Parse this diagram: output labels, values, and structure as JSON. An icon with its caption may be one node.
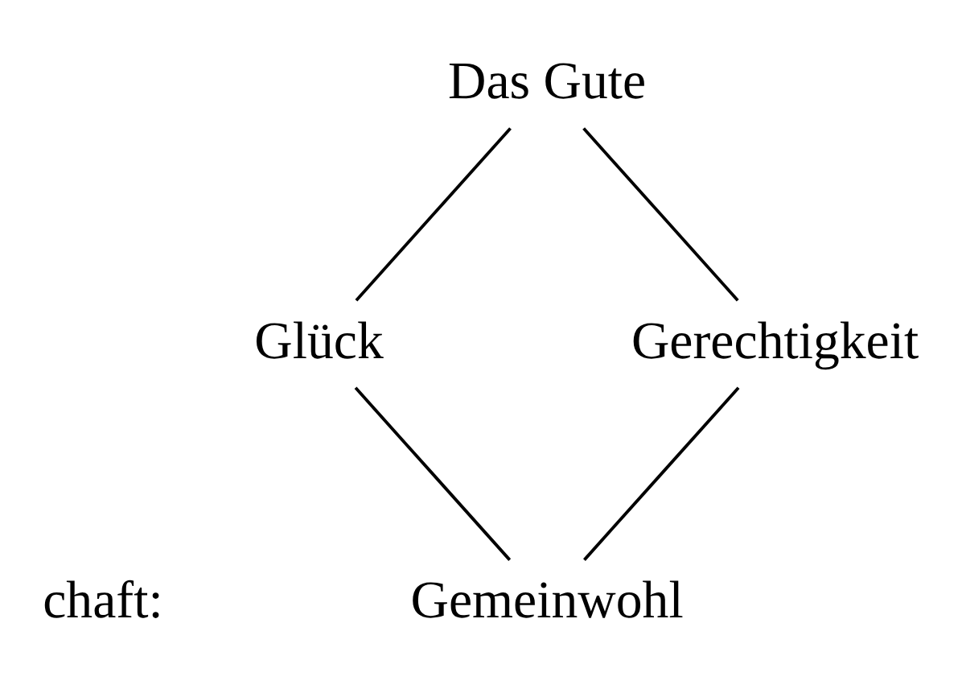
{
  "diagram": {
    "nodes": [
      {
        "text": [
          "Das Gute"
        ]
      },
      {
        "text": [
          "Glück"
        ]
      },
      {
        "text": [
          "Gerechtigkeit"
        ]
      },
      {
        "text": [
          "Gemeinwohl"
        ]
      }
    ],
    "edges": [
      {
        "from": 0,
        "to": 1,
        "arrow": "none"
      },
      {
        "from": 0,
        "to": 2,
        "arrow": "none"
      },
      {
        "from": 1,
        "to": 3,
        "arrow": "none"
      },
      {
        "from": 2,
        "to": 3,
        "arrow": "none"
      }
    ],
    "labels": [
      "chaft:"
    ]
  }
}
